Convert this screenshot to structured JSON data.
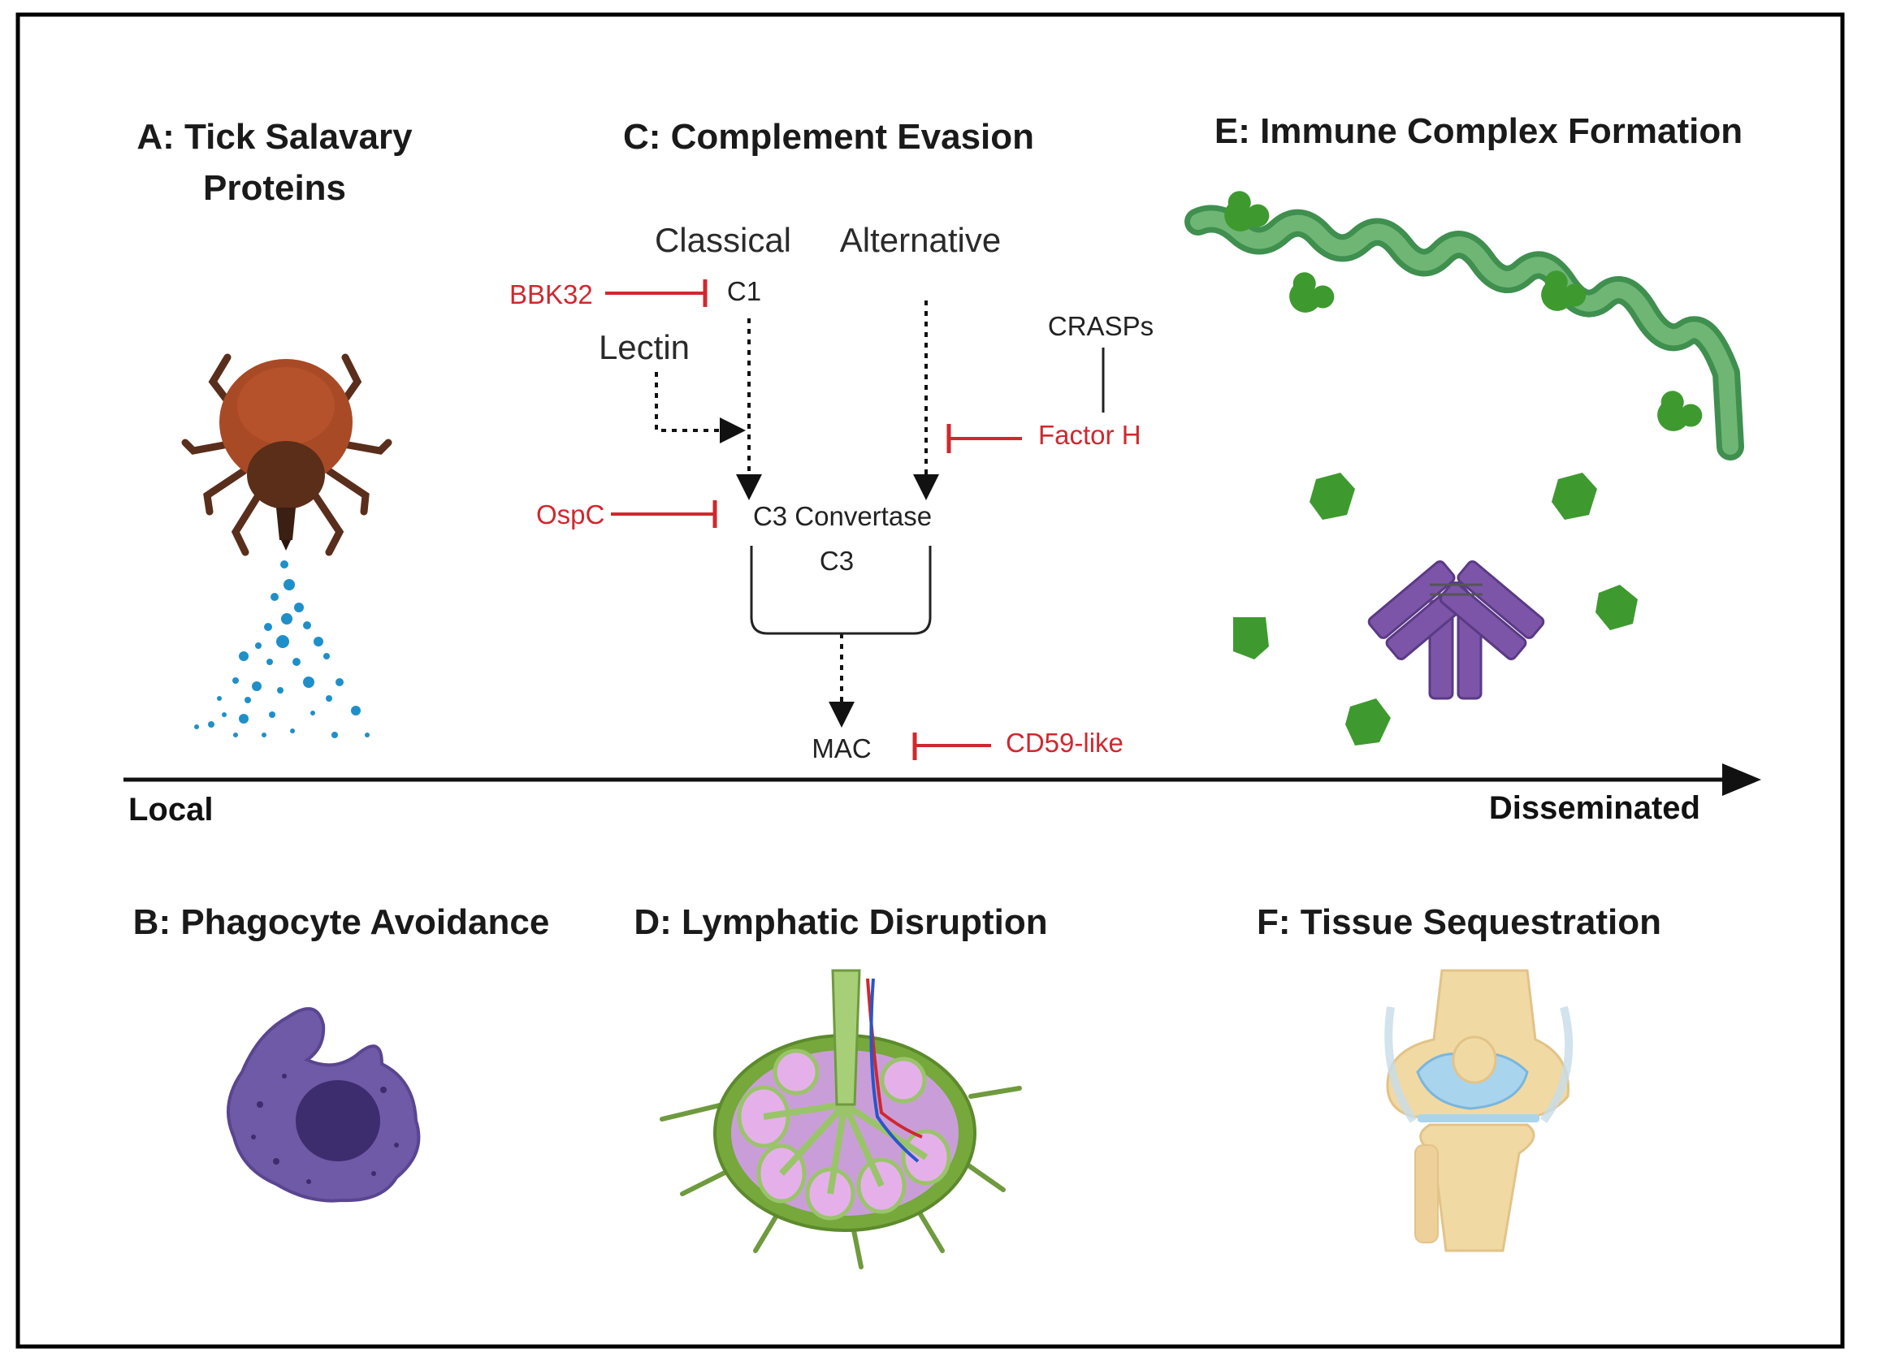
{
  "panels": {
    "A": {
      "title_line1": "A: Tick Salavary",
      "title_line2": "Proteins"
    },
    "B": {
      "title": "B: Phagocyte Avoidance"
    },
    "C": {
      "title": "C: Complement Evasion"
    },
    "D": {
      "title": "D: Lymphatic Disruption"
    },
    "E": {
      "title": "E: Immune Complex Formation"
    },
    "F": {
      "title": "F: Tissue Sequestration"
    }
  },
  "complement": {
    "classical": "Classical",
    "alternative": "Alternative",
    "lectin": "Lectin",
    "c1": "C1",
    "c3_convertase": "C3 Convertase",
    "c3": "C3",
    "mac": "MAC",
    "crasps": "CRASPs",
    "inhibitors": {
      "bbk32": "BBK32",
      "ospc": "OspC",
      "factor_h": "Factor H",
      "cd59": "CD59-like"
    }
  },
  "axis": {
    "left_label": "Local",
    "right_label": "Disseminated"
  },
  "colors": {
    "inhibitor_red": "#d0282e",
    "spirochete_green": "#5aa55a",
    "antigen_green": "#3e9a2f",
    "antibody_purple": "#7c55a8",
    "tick_brown": "#9b4424",
    "saliva_blue": "#1f8fc9",
    "phagocyte_purple": "#6e5aa6",
    "lymph_green": "#9ac46a",
    "bone_tan": "#f1d9a3",
    "cartilage_blue": "#a9d4ee"
  },
  "icons": [
    "tick-icon",
    "saliva-droplets-icon",
    "phagocyte-icon",
    "lymph-node-icon",
    "spirochete-icon",
    "antibody-icon",
    "antigen-icon",
    "knee-joint-icon"
  ]
}
